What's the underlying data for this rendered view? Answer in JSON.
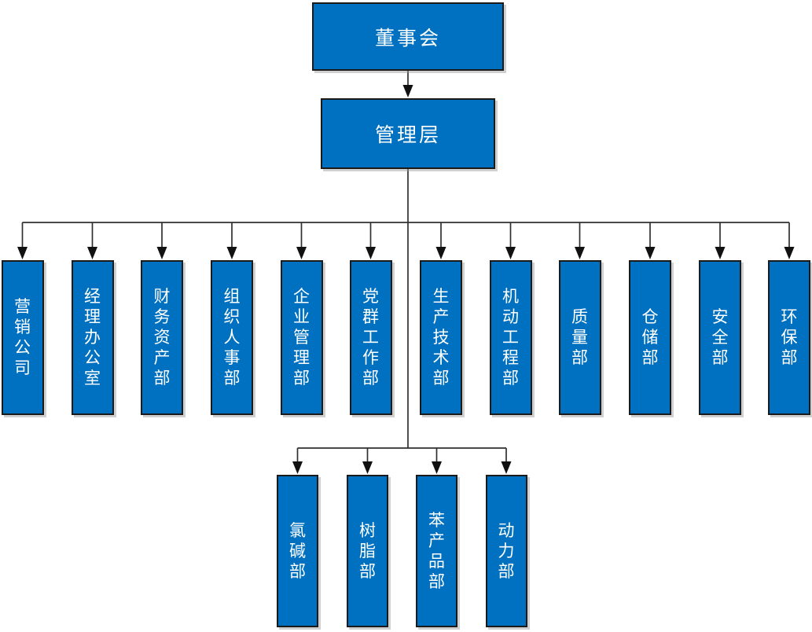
{
  "chart": {
    "type": "org-chart",
    "root": {
      "id": "board-of-directors",
      "label": "董事会"
    },
    "level2": {
      "id": "management",
      "label": "管理层"
    },
    "departments": [
      {
        "id": "marketing-company",
        "label": "营销公司"
      },
      {
        "id": "manager-office",
        "label": "经理办公室"
      },
      {
        "id": "finance-assets",
        "label": "财务资产部"
      },
      {
        "id": "organization-personnel",
        "label": "组织人事部"
      },
      {
        "id": "enterprise-management",
        "label": "企业管理部"
      },
      {
        "id": "party-mass-work",
        "label": "党群工作部"
      },
      {
        "id": "production-technology",
        "label": "生产技术部"
      },
      {
        "id": "mechanical-engineering",
        "label": "机动工程部"
      },
      {
        "id": "quality",
        "label": "质量部"
      },
      {
        "id": "warehousing",
        "label": "仓储部"
      },
      {
        "id": "safety",
        "label": "安全部"
      },
      {
        "id": "environmental-protection",
        "label": "环保部"
      }
    ],
    "sub_departments": [
      {
        "id": "chlor-alkali",
        "label": "氯碱部"
      },
      {
        "id": "resin",
        "label": "树脂部"
      },
      {
        "id": "benzene-products",
        "label": "苯产品部"
      },
      {
        "id": "power",
        "label": "动力部"
      }
    ]
  },
  "colors": {
    "box_fill": "#0070C0",
    "box_border": "#1A1A1A",
    "text": "#FFFFFF",
    "connector": "#303030",
    "background": "#FFFFFF"
  }
}
